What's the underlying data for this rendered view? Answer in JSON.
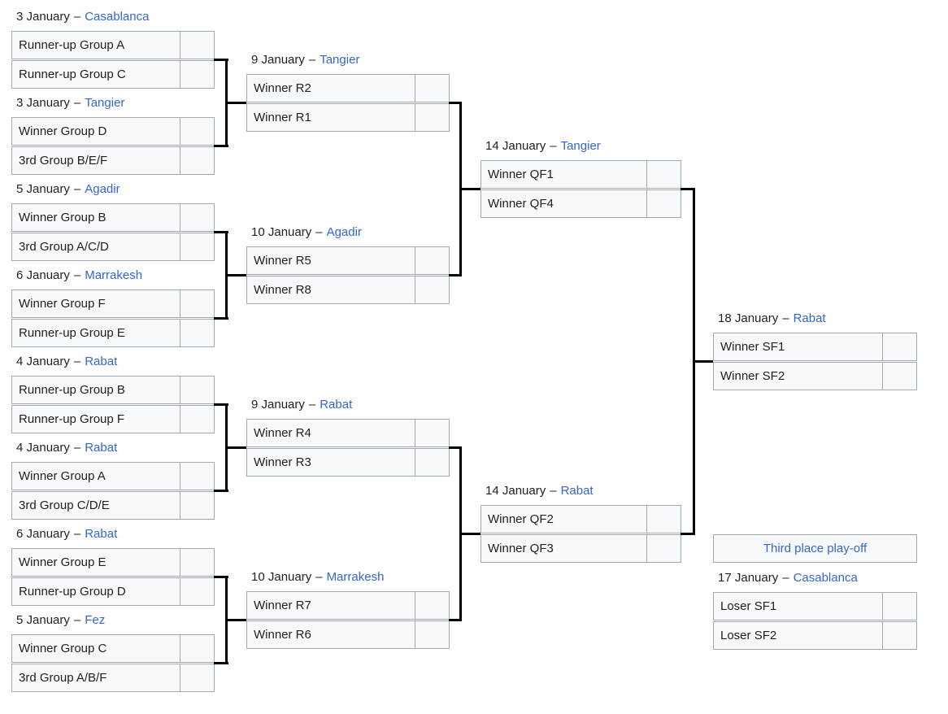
{
  "ui": {
    "separator": "–",
    "third_place_header": "Third place play-off"
  },
  "colors": {
    "link": "#3366cc",
    "border": "#a2a9b1",
    "cell_bg": "#f8f9fa",
    "connector": "#000000",
    "text": "#202122"
  },
  "bracket": {
    "r16": [
      {
        "date": "3 January",
        "venue": "Casablanca",
        "teams": [
          "Runner-up Group A",
          "Runner-up Group C"
        ],
        "scores": [
          "",
          ""
        ]
      },
      {
        "date": "3 January",
        "venue": "Tangier",
        "teams": [
          "Winner Group D",
          "3rd Group B/E/F"
        ],
        "scores": [
          "",
          ""
        ]
      },
      {
        "date": "5 January",
        "venue": "Agadir",
        "teams": [
          "Winner Group B",
          "3rd Group A/C/D"
        ],
        "scores": [
          "",
          ""
        ]
      },
      {
        "date": "6 January",
        "venue": "Marrakesh",
        "teams": [
          "Winner Group F",
          "Runner-up Group E"
        ],
        "scores": [
          "",
          ""
        ]
      },
      {
        "date": "4 January",
        "venue": "Rabat",
        "teams": [
          "Runner-up Group B",
          "Runner-up Group F"
        ],
        "scores": [
          "",
          ""
        ]
      },
      {
        "date": "4 January",
        "venue": "Rabat",
        "teams": [
          "Winner Group A",
          "3rd Group C/D/E"
        ],
        "scores": [
          "",
          ""
        ]
      },
      {
        "date": "6 January",
        "venue": "Rabat",
        "teams": [
          "Winner Group E",
          "Runner-up Group D"
        ],
        "scores": [
          "",
          ""
        ]
      },
      {
        "date": "5 January",
        "venue": "Fez",
        "teams": [
          "Winner Group C",
          "3rd Group A/B/F"
        ],
        "scores": [
          "",
          ""
        ]
      }
    ],
    "qf": [
      {
        "date": "9 January",
        "venue": "Tangier",
        "teams": [
          "Winner R2",
          "Winner R1"
        ],
        "scores": [
          "",
          ""
        ]
      },
      {
        "date": "10 January",
        "venue": "Agadir",
        "teams": [
          "Winner R5",
          "Winner R8"
        ],
        "scores": [
          "",
          ""
        ]
      },
      {
        "date": "9 January",
        "venue": "Rabat",
        "teams": [
          "Winner R4",
          "Winner R3"
        ],
        "scores": [
          "",
          ""
        ]
      },
      {
        "date": "10 January",
        "venue": "Marrakesh",
        "teams": [
          "Winner R7",
          "Winner R6"
        ],
        "scores": [
          "",
          ""
        ]
      }
    ],
    "sf": [
      {
        "date": "14 January",
        "venue": "Tangier",
        "teams": [
          "Winner QF1",
          "Winner QF4"
        ],
        "scores": [
          "",
          ""
        ]
      },
      {
        "date": "14 January",
        "venue": "Rabat",
        "teams": [
          "Winner QF2",
          "Winner QF3"
        ],
        "scores": [
          "",
          ""
        ]
      }
    ],
    "final": [
      {
        "date": "18 January",
        "venue": "Rabat",
        "teams": [
          "Winner SF1",
          "Winner SF2"
        ],
        "scores": [
          "",
          ""
        ]
      }
    ],
    "third": [
      {
        "date": "17 January",
        "venue": "Casablanca",
        "teams": [
          "Loser SF1",
          "Loser SF2"
        ],
        "scores": [
          "",
          ""
        ]
      }
    ]
  }
}
